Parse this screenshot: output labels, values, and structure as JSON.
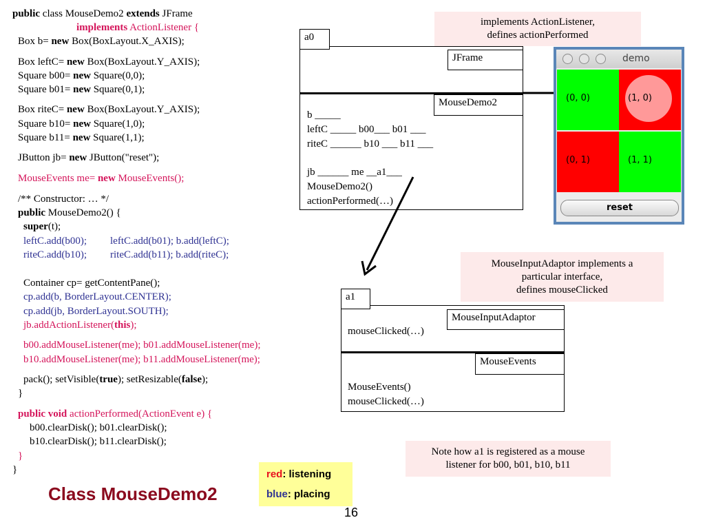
{
  "code": {
    "l1_kw1": "public",
    "l1_t1": " class MouseDemo2 ",
    "l1_kw2": "extends",
    "l1_t2": " JFrame",
    "l2_kw": "implements",
    "l2_t": " ActionListener {",
    "l3_t1": "Box b= ",
    "l3_kw": "new",
    "l3_t2": " Box(BoxLayout.X_AXIS);",
    "l4_t1": "Box leftC= ",
    "l4_kw": "new",
    "l4_t2": " Box(BoxLayout.Y_AXIS);",
    "l5_t1": "Square b00= ",
    "l5_kw": "new",
    "l5_t2": " Square(0,0);",
    "l6_t1": "Square b01= ",
    "l6_kw": "new",
    "l6_t2": " Square(0,1);",
    "l7_t1": "Box riteC= ",
    "l7_kw": "new",
    "l7_t2": " Box(BoxLayout.Y_AXIS);",
    "l8_t1": "Square b10= ",
    "l8_kw": "new",
    "l8_t2": " Square(1,0);",
    "l9_t1": "Square b11= ",
    "l9_kw": "new",
    "l9_t2": " Square(1,1);",
    "l10_t1": "JButton jb= ",
    "l10_kw": "new",
    "l10_t2": " JButton(\"reset\");",
    "l11_t1": "MouseEvents me= ",
    "l11_kw": "new",
    "l11_t2": " MouseEvents();",
    "l12": "/** Constructor: … */",
    "l13_kw": "public",
    "l13_t": " MouseDemo2() {",
    "l14_kw": "super",
    "l14_t": "(t);",
    "l15a": "leftC.add(b00);",
    "l15b": "leftC.add(b01); b.add(leftC);",
    "l16a": "riteC.add(b10);",
    "l16b": "riteC.add(b11); b.add(riteC);",
    "l17": "Container cp= getContentPane();",
    "l18": "cp.add(b, BorderLayout.CENTER);",
    "l19": "cp.add(jb, BorderLayout.SOUTH);",
    "l20_t1": "jb.addActionListener(",
    "l20_kw": "this",
    "l20_t2": ");",
    "l21": "b00.addMouseListener(me); b01.addMouseListener(me);",
    "l22": "b10.addMouseListener(me);  b11.addMouseListener(me);",
    "l23_t1": "pack(); setVisible(",
    "l23_kw1": "true",
    "l23_t2": ");  setResizable(",
    "l23_kw2": "false",
    "l23_t3": ");",
    "l24": "}",
    "l25_kw": "public void",
    "l25_t": " actionPerformed(ActionEvent e) {",
    "l26": "b00.clearDisk();   b01.clearDisk();",
    "l27": "b10.clearDisk();   b11.clearDisk();",
    "l28": "}",
    "l29": "}"
  },
  "title": "Class  MouseDemo2",
  "legend": {
    "red_word": "red",
    "red_rest": ": listening",
    "blue_word": "blue",
    "blue_rest": ": placing"
  },
  "page_number": "16",
  "notes": {
    "top_l1": "implements ActionListener,",
    "top_l2": "defines actionPerformed",
    "mid_l1": "MouseInputAdaptor implements a",
    "mid_l2": "particular interface,",
    "mid_l3": "defines mouseClicked",
    "bot_l1": "Note how a1 is registered as a mouse",
    "bot_l2": "listener for b00, b01, b10, b11"
  },
  "obj_a0": {
    "name": "a0",
    "jframe_label": "JFrame",
    "mousedemo2_label": "MouseDemo2",
    "f1": "b  _____",
    "f2": " leftC _____  b00___  b01 ___",
    "f3": "riteC ______  b10 ___  b11 ___",
    "f4": "jb ______      me  __a1___",
    "f5": "MouseDemo2()",
    "f6": "actionPerformed(…)"
  },
  "obj_a1": {
    "name": "a1",
    "adaptor_label": "MouseInputAdaptor",
    "f1": "mouseClicked(…)",
    "events_label": "MouseEvents",
    "f2": "MouseEvents()",
    "f3": "mouseClicked(…)"
  },
  "demo_window": {
    "title": "demo",
    "cells": [
      "(0, 0)",
      "(1, 0)",
      "(0, 1)",
      "(1, 1)"
    ],
    "reset": "reset",
    "colors": {
      "green": "#00ff00",
      "red": "#ff0000",
      "disk": "#ff9999"
    }
  }
}
